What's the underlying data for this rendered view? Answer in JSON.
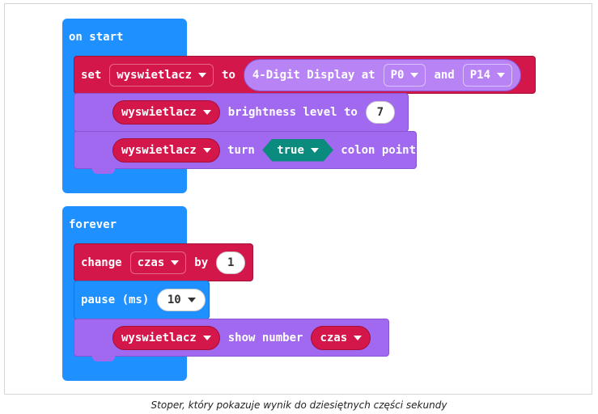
{
  "on_start": {
    "header": "on start",
    "set_block": {
      "set_label": "set",
      "variable": "wyswietlacz",
      "to_label": "to",
      "display_label": "4-Digit Display at",
      "pin1": "P0",
      "and_label": "and",
      "pin2": "P14"
    },
    "brightness_block": {
      "variable": "wyswietlacz",
      "label": "brightness level to",
      "value": "7"
    },
    "colon_block": {
      "variable": "wyswietlacz",
      "turn_label": "turn",
      "state": "true",
      "label": "colon point"
    }
  },
  "forever": {
    "header": "forever",
    "change_block": {
      "change_label": "change",
      "variable": "czas",
      "by_label": "by",
      "value": "1"
    },
    "pause_block": {
      "label": "pause (ms)",
      "value": "10"
    },
    "show_block": {
      "variable": "wyswietlacz",
      "label": "show number",
      "value_variable": "czas"
    }
  },
  "caption": "Stoper, który pokazuje wynik do dziesiętnych części sekundy",
  "colors": {
    "events_blue": "#1e90ff",
    "variables_red": "#d4174b",
    "display_purple": "#a168f0",
    "logic_teal": "#0b8a7e"
  }
}
